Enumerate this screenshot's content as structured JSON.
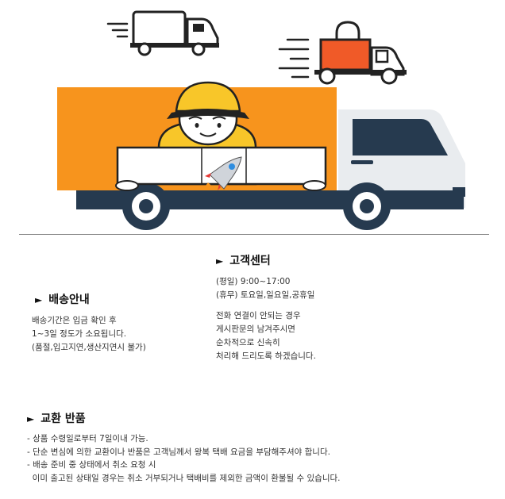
{
  "delivery": {
    "title": "배송안내",
    "lines": [
      "배송기간은 입금 확인 후",
      "1~3일 정도가 소요됩니다.",
      "(품절,입고지연,생산지연시 불가)"
    ]
  },
  "customer_center": {
    "title": "고객센터",
    "hours": [
      "(평일) 9:00~17:00",
      "(휴무) 토요일,일요일,공휴일"
    ],
    "notes": [
      "전화 연결이 안되는 경우",
      "게시판문의 남겨주시면",
      "순차적으로 신속히",
      "처리해 드리도록 하겠습니다."
    ]
  },
  "returns": {
    "title": "교환 반품",
    "lines": [
      "- 상품 수령일로부터 7일이내 가능.",
      "- 단순 변심에 의한 교환이나 반품은 고객님께서 왕복 택배 요금을 부담해주셔야 합니다.",
      "- 배송 준비 중 상태에서 취소 요청 시",
      "  이미 출고된 상태일 경우는 취소 거부되거나 택배비를 제외한 금액이 환불될 수 있습니다."
    ]
  },
  "colors": {
    "cargo_orange": "#f7941d",
    "truck_navy": "#263a4f",
    "cab_gray": "#e9ecef",
    "bag_red": "#f05a28"
  },
  "icons": [
    "speeding-truck-icon",
    "shopping-bag-truck-icon",
    "rocket-icon",
    "triangle-bullet-icon"
  ]
}
